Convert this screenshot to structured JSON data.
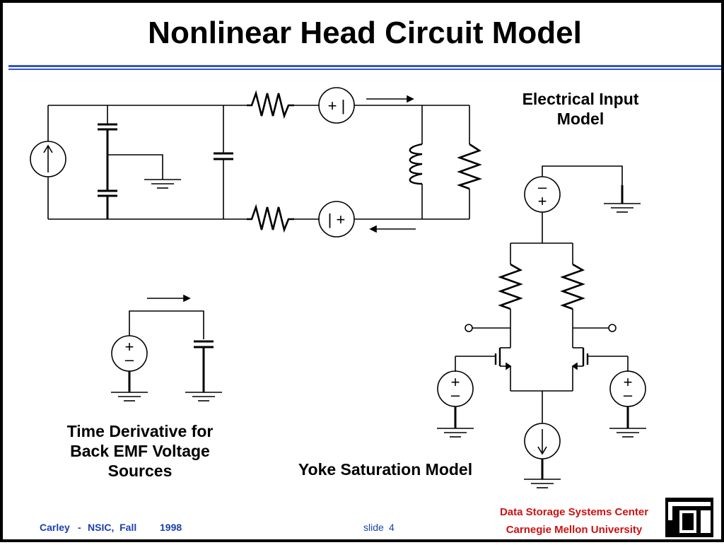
{
  "title": "Nonlinear Head Circuit Model",
  "captions": {
    "electrical_input": "Electrical Input Model",
    "time_derivative": "Time Derivative for Back EMF Voltage Sources",
    "yoke_saturation": "Yoke Saturation Model"
  },
  "source_labels": {
    "top_series": "+ |",
    "bottom_series": "| +",
    "input_source_top": "–",
    "input_source_bottom": "+",
    "emf_source_top": "+",
    "emf_source_bottom": "–",
    "left_bias_top": "+",
    "left_bias_bottom": "–",
    "right_bias_top": "+",
    "right_bias_bottom": "–"
  },
  "footer": {
    "author": "Carley",
    "separator": "-",
    "course": "NSIC,  Fall",
    "year": "1998",
    "slide_label": "slide",
    "slide_number": "4",
    "org_line1": "Data Storage Systems Center",
    "org_line2": "Carnegie Mellon University"
  },
  "colors": {
    "rule": "#3357c4",
    "footer_text": "#1a3fb0",
    "org_text": "#cc1212"
  }
}
